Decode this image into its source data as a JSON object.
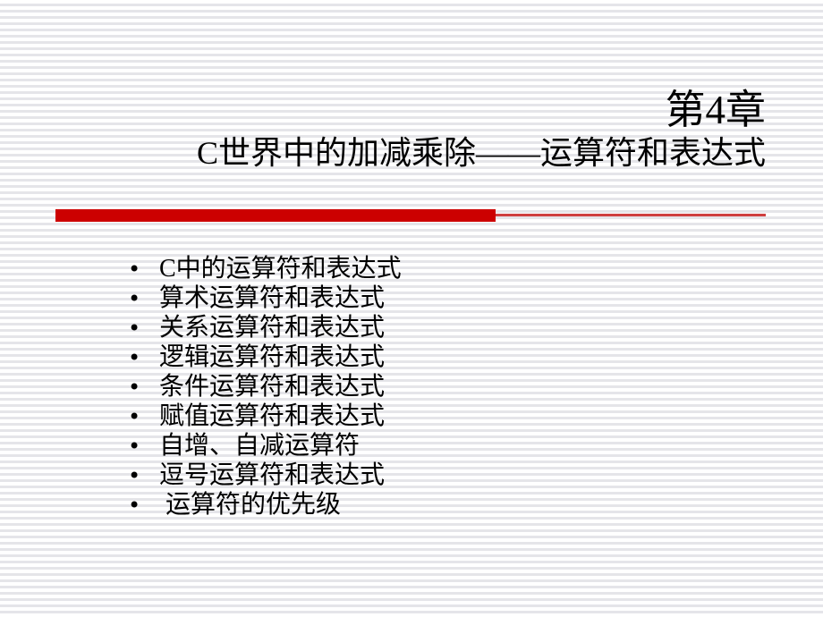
{
  "slide": {
    "title": "第4章",
    "subtitle": "C世界中的加减乘除——运算符和表达式",
    "divider": {
      "thick_color": "#CC0000",
      "thin_color": "#CF4040"
    },
    "bullet_marker": "•",
    "bullets": [
      {
        "text": "C中的运算符和表达式"
      },
      {
        "text": "算术运算符和表达式"
      },
      {
        "text": "关系运算符和表达式"
      },
      {
        "text": "逻辑运算符和表达式"
      },
      {
        "text": "条件运算符和表达式"
      },
      {
        "text": "赋值运算符和表达式"
      },
      {
        "text": "自增、自减运算符"
      },
      {
        "text": "逗号运算符和表达式"
      },
      {
        "text": " 运算符的优先级"
      }
    ]
  }
}
